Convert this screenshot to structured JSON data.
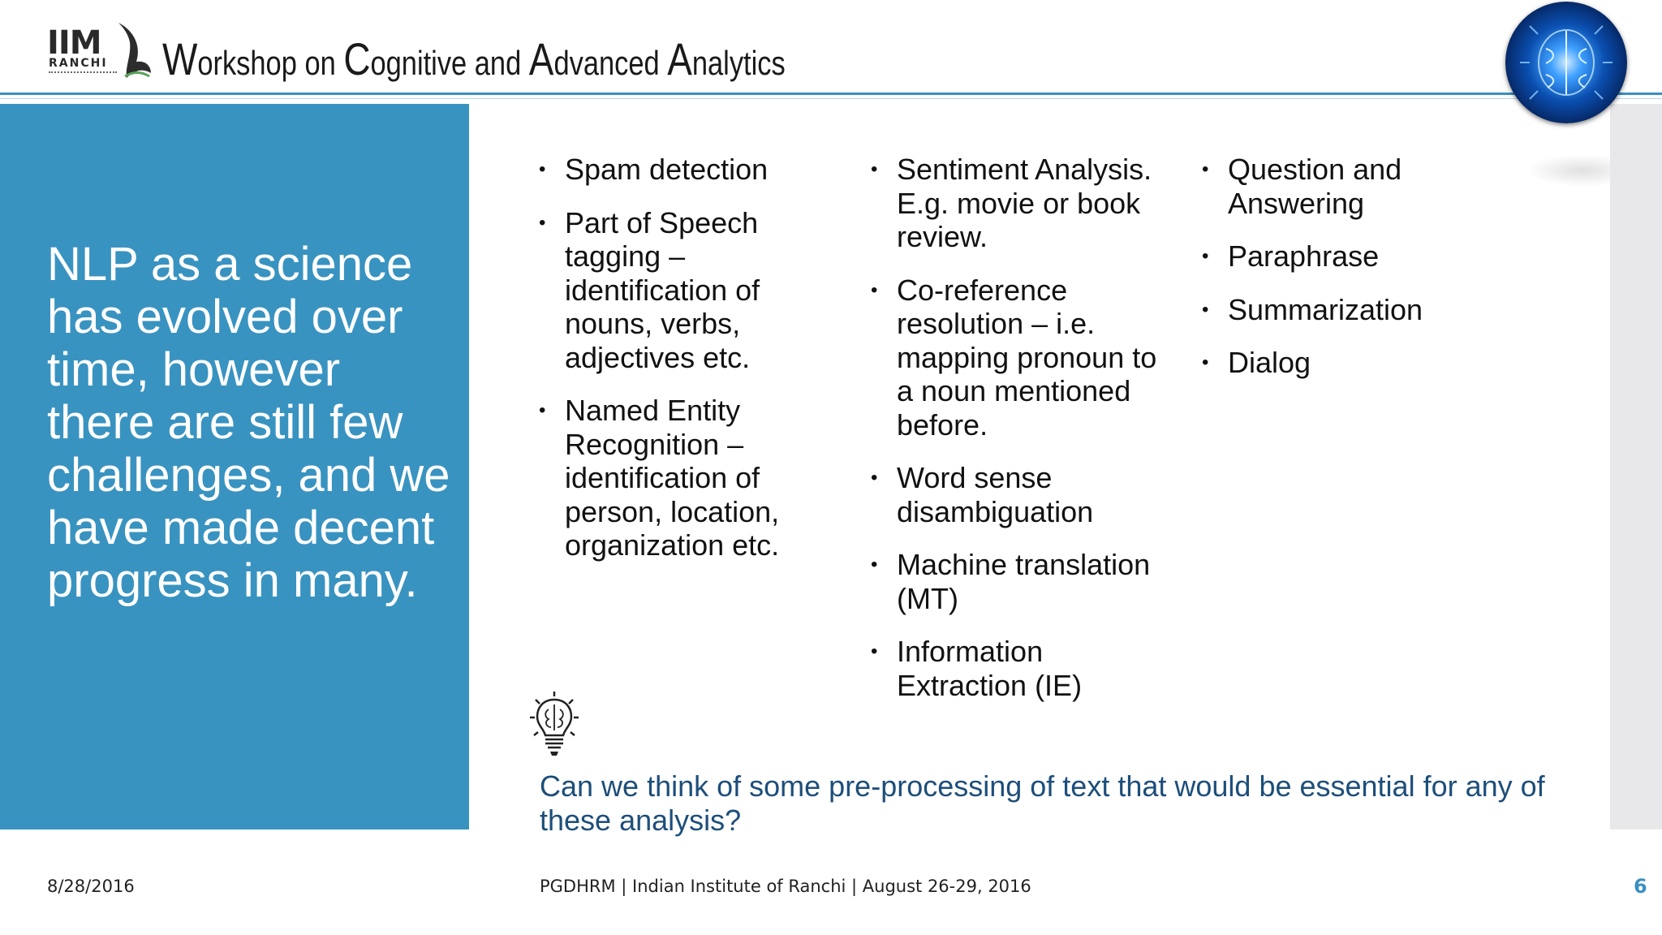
{
  "header": {
    "logo_text": "IIM",
    "logo_sub": "RANCHI",
    "title_parts": [
      {
        "cap": "W",
        "rest": "orkshop on "
      },
      {
        "cap": "C",
        "rest": "ognitive and "
      },
      {
        "cap": "A",
        "rest": "dvanced "
      },
      {
        "cap": "A",
        "rest": "nalytics"
      }
    ]
  },
  "left_panel": {
    "text": "NLP as a science has evolved over time, however there are still few challenges, and we have made decent progress in many."
  },
  "columns": [
    [
      "Spam detection",
      "Part of Speech tagging – identification of nouns, verbs, adjectives etc.",
      "Named Entity Recognition – identification of person, location, organization etc."
    ],
    [
      "Sentiment Analysis. E.g. movie or book review.",
      "Co-reference resolution – i.e. mapping pronoun to a noun mentioned before.",
      "Word sense disambiguation",
      "Machine translation (MT)",
      "Information Extraction (IE)"
    ],
    [
      "Question and Answering",
      "Paraphrase",
      "Summarization",
      "Dialog"
    ]
  ],
  "question": "Can we think of some pre-processing of text that would be essential for any of these analysis?",
  "footer": {
    "date": "8/28/2016",
    "center": "PGDHRM | Indian Institute of Ranchi | August 26-29, 2016",
    "slide_number": "6"
  },
  "icons": [
    "iim-logo-bird",
    "brain-icon",
    "lightbulb-brain-icon"
  ],
  "colors": {
    "panel": "#3993c0",
    "accent_rule": "#3a8fc0",
    "question_text": "#1d4e7a"
  }
}
